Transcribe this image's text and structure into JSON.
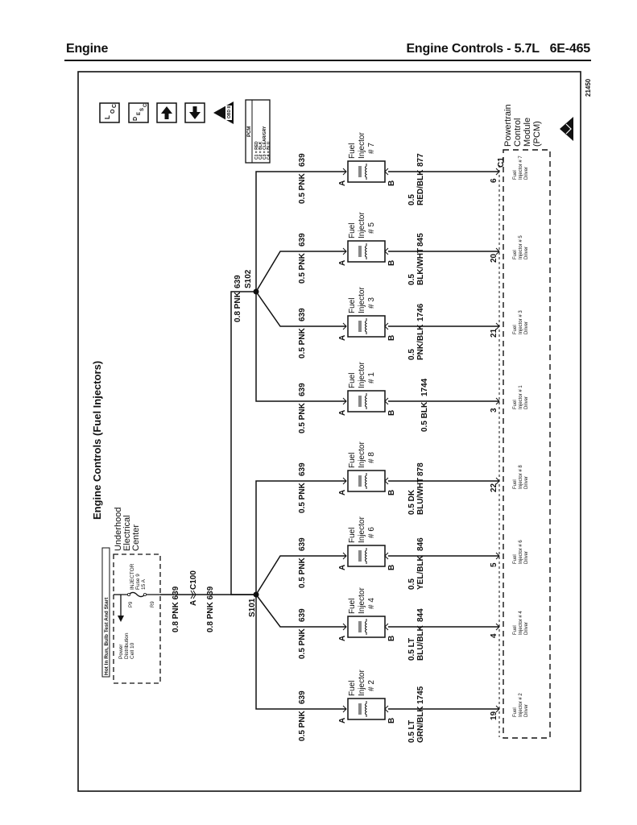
{
  "header": {
    "section": "Engine",
    "title": "Engine Controls - 5.7L",
    "page": "6E-465"
  },
  "diagram": {
    "title": "Engine Controls (Fuel Injectors)",
    "figure_number": "21450",
    "legend_icons": [
      "loc-icon",
      "desc-icon",
      "arrow-up-icon",
      "arrow-down-icon",
      "obd-ii-triangle-icon"
    ],
    "pcm_connector_key": {
      "title": "PCM",
      "lines": [
        "C1 = RED",
        "C2 = BLK",
        "C3 = CLEAR/GRY",
        "C4 = BLU"
      ]
    },
    "power_source": {
      "hot_label": "Hot In Run, Bulb Test And Start",
      "center_name": [
        "Underhood",
        "Electrical",
        "Center"
      ],
      "fuse_name": [
        "INJECTOR",
        "Fuse 9",
        "15 A"
      ],
      "pin_in": "P9",
      "pin_out": "R9",
      "distribution": [
        "Power",
        "Distribution",
        "Cell 10"
      ]
    },
    "feed": {
      "wire_before_connector": "0.8 PNK 639",
      "connector": "C100",
      "connector_pin": "A",
      "wire_after_connector": "0.8 PNK 639",
      "splice_main": "S101",
      "splice_secondary": "S102",
      "splice_link_wire": "0.8 PNK 639"
    },
    "injector_label": [
      "Fuel",
      "Injector"
    ],
    "pin_a": "A",
    "pin_b": "B",
    "injectors": [
      {
        "number": "# 2",
        "supply_wire": "0.5 PNK 639",
        "control_wire": [
          "0.5 LT",
          "GRN/BLK"
        ],
        "circuit": "1745",
        "pcm_pin": "19",
        "driver": [
          "Fuel",
          "Injector # 2",
          "Driver"
        ]
      },
      {
        "number": "# 4",
        "supply_wire": "0.5 PNK 639",
        "control_wire": [
          "0.5 LT",
          "BLU/BLK"
        ],
        "circuit": "844",
        "pcm_pin": "4",
        "driver": [
          "Fuel",
          "Injector # 4",
          "Driver"
        ]
      },
      {
        "number": "# 6",
        "supply_wire": "0.5 PNK 639",
        "control_wire": [
          "0.5",
          "YEL/BLK"
        ],
        "circuit": "846",
        "pcm_pin": "5",
        "driver": [
          "Fuel",
          "Injector # 6",
          "Driver"
        ]
      },
      {
        "number": "# 8",
        "supply_wire": "0.5 PNK 639",
        "control_wire": [
          "0.5 DK",
          "BLU/WHT"
        ],
        "circuit": "878",
        "pcm_pin": "22",
        "driver": [
          "Fuel",
          "Injector # 8",
          "Driver"
        ]
      },
      {
        "number": "# 1",
        "supply_wire": "0.5 PNK 639",
        "control_wire": [
          "0.5 BLK"
        ],
        "circuit": "1744",
        "pcm_pin": "3",
        "driver": [
          "Fuel",
          "Injector # 1",
          "Driver"
        ]
      },
      {
        "number": "# 3",
        "supply_wire": "0.5 PNK 639",
        "control_wire": [
          "0.5",
          "PNK/BLK"
        ],
        "circuit": "1746",
        "pcm_pin": "21",
        "driver": [
          "Fuel",
          "Injector # 3",
          "Driver"
        ]
      },
      {
        "number": "# 5",
        "supply_wire": "0.5 PNK 639",
        "control_wire": [
          "0.5",
          "BLK/WHT"
        ],
        "circuit": "845",
        "pcm_pin": "20",
        "driver": [
          "Fuel",
          "Injector # 5",
          "Driver"
        ]
      },
      {
        "number": "# 7",
        "supply_wire": "0.5 PNK 639",
        "control_wire": [
          "0.5",
          "RED/BLK"
        ],
        "circuit": "877",
        "pcm_pin": "6",
        "driver": [
          "Fuel",
          "Injector # 7",
          "Driver"
        ]
      }
    ],
    "pcm_connector": "C1",
    "pcm": [
      "Powertrain",
      "Control",
      "Module",
      "(PCM)"
    ]
  }
}
